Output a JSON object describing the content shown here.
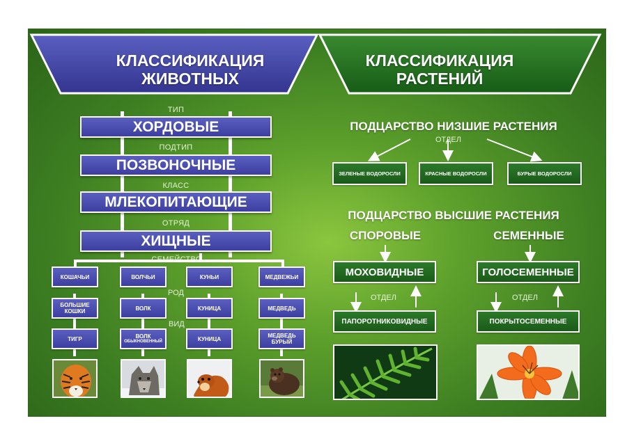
{
  "animals": {
    "title_line1": "Классификация",
    "title_line2": "животных",
    "levels": [
      {
        "label": "тип",
        "box": "Хордовые"
      },
      {
        "label": "подтип",
        "box": "Позвоночные"
      },
      {
        "label": "класс",
        "box": "Млекопитающие"
      },
      {
        "label": "отряд",
        "box": "Хищные"
      }
    ],
    "family_label": "семейство",
    "rod_label": "род",
    "vid_label": "вид",
    "columns": [
      {
        "family": "Кошачьи",
        "genus": "Большие кошки",
        "species": "Тигр",
        "species_sub": "",
        "photo": "tiger-photo"
      },
      {
        "family": "Волчьи",
        "genus": "Волк",
        "species": "Волк",
        "species_sub": "обыкновенный",
        "photo": "wolf-photo"
      },
      {
        "family": "Куньи",
        "genus": "Куница",
        "species": "Куница",
        "species_sub": "",
        "photo": "marten-photo"
      },
      {
        "family": "Медвежьи",
        "genus": "Медведь",
        "species": "Медведь бурый",
        "species_sub": "",
        "photo": "bear-photo"
      }
    ]
  },
  "plants": {
    "title_line1": "Классификация",
    "title_line2": "растений",
    "lower": {
      "title": "Подцарство низшие растения",
      "otdel_label": "отдел",
      "items": [
        "Зеленые водоросли",
        "Красные водоросли",
        "Бурые водоросли"
      ]
    },
    "higher": {
      "title": "Подцарство высшие растения",
      "groups": [
        {
          "name": "Споровые",
          "top": "Моховидные",
          "otdel_label": "отдел",
          "bottom": "Папоротниковидные",
          "photo": "fern-photo"
        },
        {
          "name": "Семенные",
          "top": "Голосеменные",
          "otdel_label": "отдел",
          "bottom": "Покрытосеменные",
          "photo": "lily-photo"
        }
      ]
    }
  },
  "colors": {
    "background_green": "#4a8c26",
    "animal_blue": "#4346a8",
    "plant_green": "#1e6a1c",
    "text_white": "#ffffff"
  }
}
